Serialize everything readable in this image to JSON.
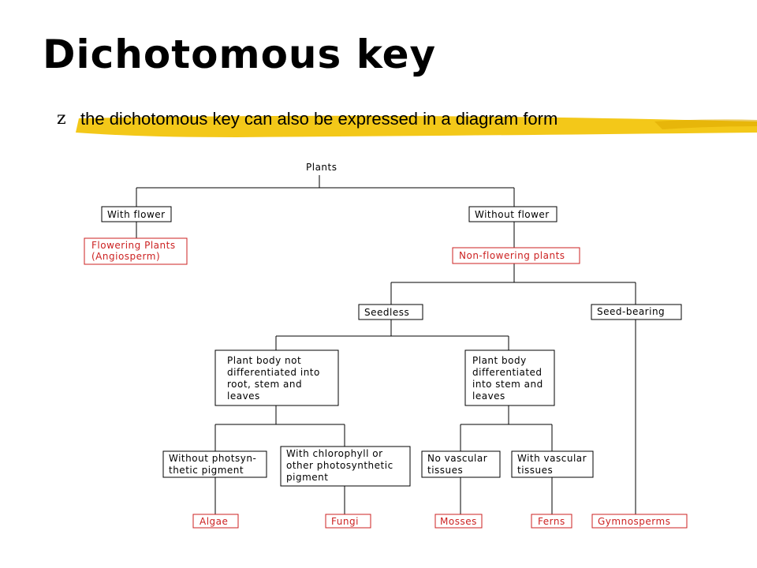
{
  "slide": {
    "title": "Dichotomous key",
    "bullet": "the dichotomous key can also be expressed in a diagram form",
    "bullet_glyph": "z",
    "highlight_color": "#f2c200"
  },
  "colors": {
    "category": "#cc2222",
    "line": "#000000"
  },
  "tree": {
    "root": "Plants",
    "with_flower": "With flower",
    "without_flower": "Without flower",
    "flowering_plants": [
      "Flowering Plants",
      "(Angiosperm)"
    ],
    "non_flowering": "Non-flowering plants",
    "seedless": "Seedless",
    "seed_bearing": "Seed-bearing",
    "not_differentiated": [
      "Plant body not",
      "differentiated into",
      "root, stem and",
      "leaves"
    ],
    "differentiated": [
      "Plant body",
      "differentiated",
      "into stem and",
      "leaves"
    ],
    "without_pigment": [
      "Without photsyn-",
      "thetic pigment"
    ],
    "with_chlorophyll": [
      "With chlorophyll or",
      "other photosynthetic",
      "pigment"
    ],
    "no_vascular": [
      "No vascular",
      "tissues"
    ],
    "with_vascular": [
      "With vascular",
      "tissues"
    ],
    "algae": "Algae",
    "fungi": "Fungi",
    "mosses": "Mosses",
    "ferns": "Ferns",
    "gymnosperms": "Gymnosperms"
  }
}
